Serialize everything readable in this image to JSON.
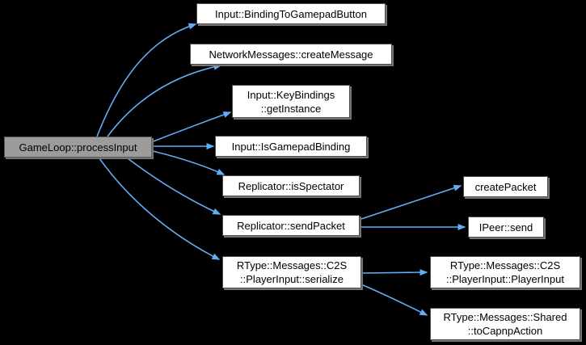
{
  "diagram": {
    "type": "call-graph",
    "root": "GameLoop::processInput",
    "colors": {
      "background": "#000000",
      "edge": "#61aef5",
      "node_fill": "#ffffff",
      "node_border": "#4d4d4d",
      "node_shadow": "#757575",
      "root_fill": "#9c9c9c",
      "text": "#000000"
    },
    "nodes": {
      "processInput": {
        "label": "GameLoop::processInput"
      },
      "bindingToGamepad": {
        "label": "Input::BindingToGamepadButton"
      },
      "createMessage": {
        "label": "NetworkMessages::createMessage"
      },
      "getInstance": {
        "label": "Input::KeyBindings\n::getInstance"
      },
      "isGamepadBinding": {
        "label": "Input::IsGamepadBinding"
      },
      "isSpectator": {
        "label": "Replicator::isSpectator"
      },
      "sendPacket": {
        "label": "Replicator::sendPacket"
      },
      "serialize": {
        "label": "RType::Messages::C2S\n::PlayerInput::serialize"
      },
      "createPacket": {
        "label": "createPacket"
      },
      "ipeerSend": {
        "label": "IPeer::send"
      },
      "playerInputCtor": {
        "label": "RType::Messages::C2S\n::PlayerInput::PlayerInput"
      },
      "toCapnpAction": {
        "label": "RType::Messages::Shared\n::toCapnpAction"
      }
    },
    "edges": [
      {
        "from": "GameLoop::processInput",
        "to": "Input::BindingToGamepadButton"
      },
      {
        "from": "GameLoop::processInput",
        "to": "NetworkMessages::createMessage"
      },
      {
        "from": "GameLoop::processInput",
        "to": "Input::KeyBindings::getInstance"
      },
      {
        "from": "GameLoop::processInput",
        "to": "Input::IsGamepadBinding"
      },
      {
        "from": "GameLoop::processInput",
        "to": "Replicator::isSpectator"
      },
      {
        "from": "GameLoop::processInput",
        "to": "Replicator::sendPacket"
      },
      {
        "from": "GameLoop::processInput",
        "to": "RType::Messages::C2S::PlayerInput::serialize"
      },
      {
        "from": "Replicator::sendPacket",
        "to": "createPacket"
      },
      {
        "from": "Replicator::sendPacket",
        "to": "IPeer::send"
      },
      {
        "from": "RType::Messages::C2S::PlayerInput::serialize",
        "to": "RType::Messages::C2S::PlayerInput::PlayerInput"
      },
      {
        "from": "RType::Messages::C2S::PlayerInput::serialize",
        "to": "RType::Messages::Shared::toCapnpAction"
      }
    ]
  }
}
